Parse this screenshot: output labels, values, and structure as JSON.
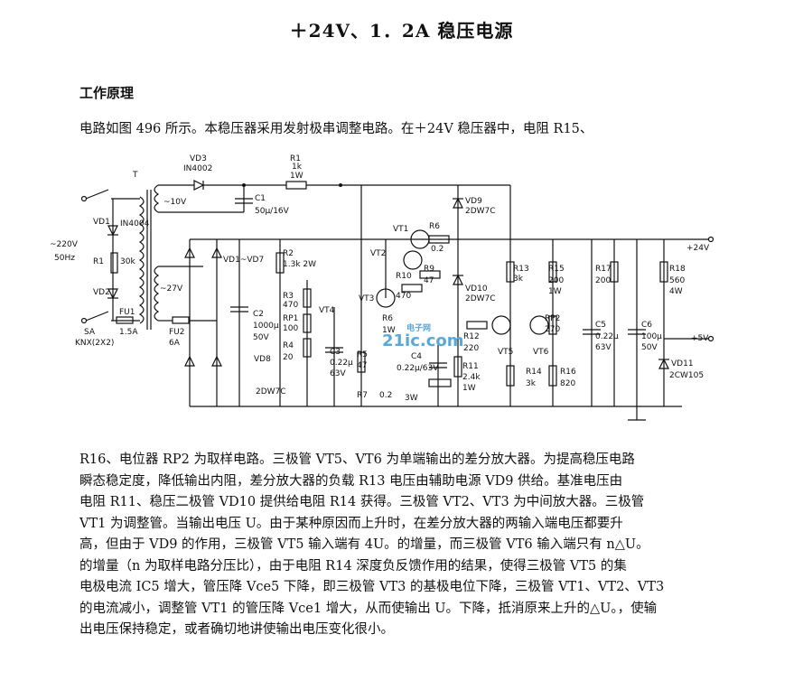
{
  "title": "＋24V、1．2A 稳压电源",
  "section_heading": "工作原理",
  "intro_line": "电路如图 496 所示。本稳压器采用发射极串调整电路。在＋24V 稳压器中，电阻 R15、",
  "body_lines": [
    "R16、电位器 RP2 为取样电路。三极管 VT5、VT6 为单端输出的差分放大器。为提高稳压电路",
    "瞬态稳定度，降低输出内阻，差分放大器的负载 R13 电压由辅助电源 VD9 供给。基准电压由",
    "电阻 R11、稳压二极管 VD10 提供给电阻 R14 获得。三极管 VT2、VT3 为中间放大器。三极管",
    "VT1 为调整管。当输出电压 U。由于某种原因而上升时，在差分放大器的两输入端电压都要升",
    "高，但由于 VD9 的作用，三极管 VT5 输入端有 4U。的增量，而三极管 VT6 输入端只有 n△U。",
    "的增量（n 为取样电路分压比），由于电阻 R14 深度负反馈作用的结果，使得三极管 VT5 的集",
    "电极电流 IC5 增大，管压降 Vce5 下降，即三极管 VT3 的基极电位下降，三极管 VT1、VT2、VT3",
    "的电流减小，调整管 VT1 的管压降 Vce1 增大，从而使输出 U。下降，抵消原来上升的△U。，使输",
    "出电压保持稳定，或者确切地讲使输出电压变化很小。"
  ],
  "diagram": {
    "labels": {
      "vd3": "VD3",
      "vd3_part": "IN4002",
      "r1": "R1",
      "r1_val": "1k",
      "r1_w": "1W",
      "t": "T",
      "v10": "~10V",
      "c1": "C1",
      "c1_val": "50μ/16V",
      "vd9": "VD9",
      "vd9_part": "2DW7C",
      "vt1": "VT1",
      "r6": "R6",
      "r6_val": "0.2",
      "vt2": "VT2",
      "r2": "R2",
      "r2_val": "1.3k  2W",
      "r10": "R10",
      "r10_val": "470",
      "r9": "R9",
      "r9_val": "47",
      "vt3": "VT3",
      "vd10": "VD10",
      "vd10_part": "2DW7C",
      "r13": "R13",
      "r13_val": "3k",
      "r15": "R15",
      "r15_val": "200",
      "r15_w": "1W",
      "r17": "R17",
      "r17_val": "200",
      "r18": "R18",
      "r18_val": "560",
      "r18_w": "4W",
      "out24": "+24V",
      "mains": "~220V",
      "mains_hz": "50Hz",
      "vd1": "VD1",
      "in4004": "IN4004",
      "r1b": "R1",
      "r1b_val": "30k",
      "vd2": "VD2",
      "v27": "~27V",
      "vd1_vd7": "VD1~VD7",
      "r3": "R3",
      "r3_val": "470",
      "rp1": "RP1",
      "rp1_val": "100",
      "vt4": "VT4",
      "c2": "C2",
      "c2_val": "1000μ",
      "c2_v": "50V",
      "r4": "R4",
      "r4_val": "20",
      "vd8": "VD8",
      "c3": "C3",
      "c3_val": "0.22μ",
      "c3_v": "63V",
      "r5": "R5",
      "r5_val": "47",
      "r6b": "R6",
      "r6b_val": "1W",
      "c4": "C4",
      "c4_val": "0.22μ/63V",
      "r12": "R12",
      "r12_val": "220",
      "r11": "R11",
      "r11_val": "2.4k",
      "r11_w": "1W",
      "vt5": "VT5",
      "vt6": "VT6",
      "rp2": "RP2",
      "rp2_val": "270",
      "r14": "R14",
      "r14_val": "3k",
      "r16": "R16",
      "r16_val": "820",
      "c5": "C5",
      "c5_val": "0.22μ",
      "c5_v": "63V",
      "c6": "C6",
      "c6_val": "100μ",
      "c6_v": "50V",
      "out5": "+5V",
      "vd11": "VD11",
      "vd11_part": "2CW105",
      "sa": "SA",
      "sa_part": "KNX(2X2)",
      "fu1": "FU1",
      "fu1_val": "1.5A",
      "fu2": "FU2",
      "fu2_val": "6A",
      "vd8_part": "2DW7C",
      "r7": "R7",
      "r7_val": "0.2",
      "r7_w": "3W",
      "watermark": "21ic.com",
      "watermark_cn": "电子网"
    }
  }
}
